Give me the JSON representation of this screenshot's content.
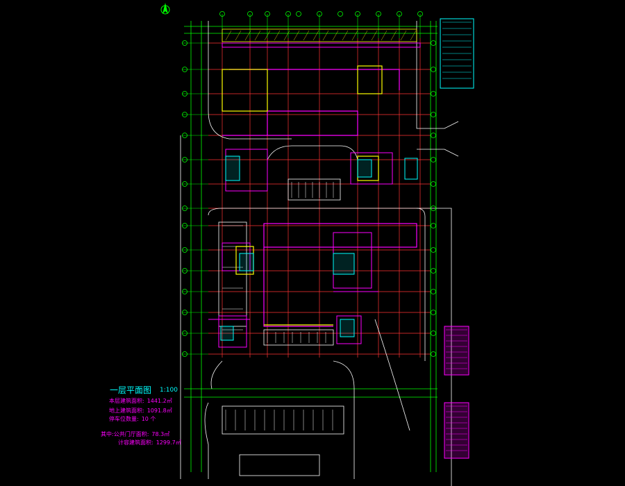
{
  "drawing": {
    "title": "一层平面图",
    "scale": "1:100",
    "stats": [
      {
        "label": "本层建筑面积:",
        "value": "1441.2㎡"
      },
      {
        "label": "地上建筑面积:",
        "value": "1091.8㎡"
      },
      {
        "label": "停车位数量:",
        "value": "10 个"
      },
      {
        "label": "其中:公共门厅面积:",
        "value": "78.3㎡"
      },
      {
        "label": "计容建筑面积:",
        "value": "1299.7㎡"
      }
    ]
  },
  "colors": {
    "background": "#000000",
    "grid": "#00ff00",
    "axis": "#ff3333",
    "wall": "#ff00ff",
    "core": "#ffff00",
    "detail": "#00ffff",
    "road": "#ffffff"
  }
}
